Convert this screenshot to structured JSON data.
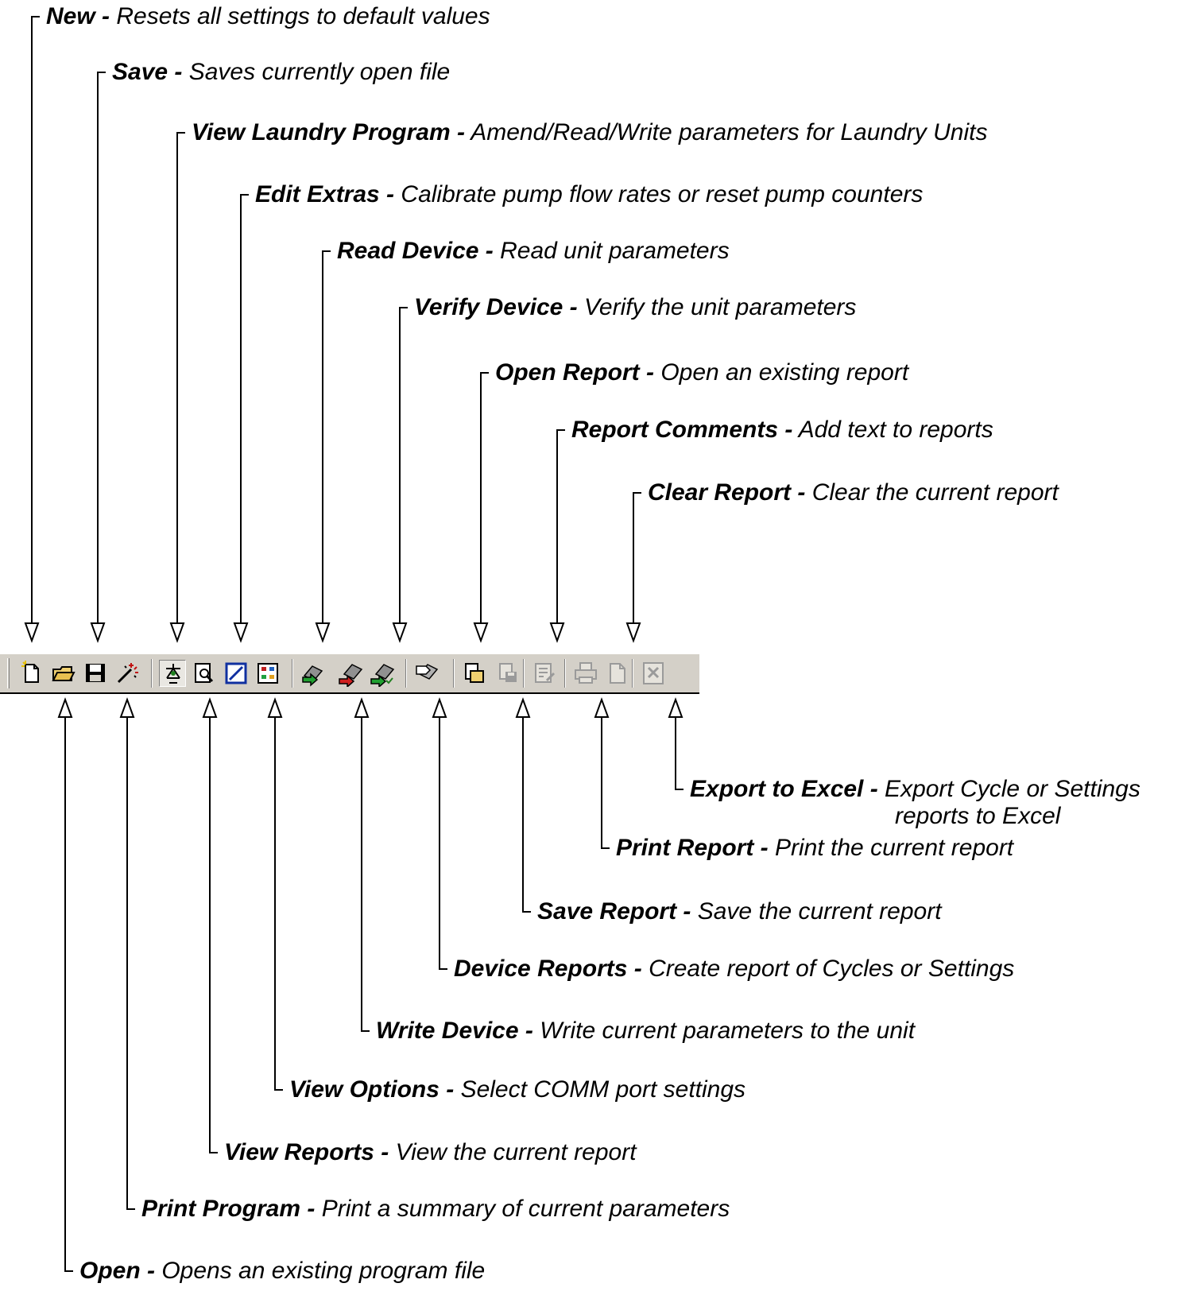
{
  "callouts_top": [
    {
      "id": "new",
      "name": "New -",
      "desc": "Resets all settings to default values"
    },
    {
      "id": "save",
      "name": "Save -",
      "desc": "Saves currently open file"
    },
    {
      "id": "view-laundry-program",
      "name": "View Laundry Program -",
      "desc": "Amend/Read/Write parameters for Laundry Units"
    },
    {
      "id": "edit-extras",
      "name": "Edit Extras -",
      "desc": "Calibrate pump flow rates or reset pump counters"
    },
    {
      "id": "read-device",
      "name": "Read Device -",
      "desc": "Read unit parameters"
    },
    {
      "id": "verify-device",
      "name": "Verify Device -",
      "desc": "Verify the unit parameters"
    },
    {
      "id": "open-report",
      "name": "Open Report -",
      "desc": "Open an existing report"
    },
    {
      "id": "report-comments",
      "name": "Report Comments -",
      "desc": "Add text to reports"
    },
    {
      "id": "clear-report",
      "name": "Clear Report -",
      "desc": "Clear the current report"
    }
  ],
  "callouts_bottom": [
    {
      "id": "export-to-excel",
      "name": "Export to Excel -",
      "desc": "Export Cycle or Settings",
      "desc2": "reports to Excel"
    },
    {
      "id": "print-report",
      "name": "Print Report -",
      "desc": "Print the current report"
    },
    {
      "id": "save-report",
      "name": "Save Report -",
      "desc": "Save the current report"
    },
    {
      "id": "device-reports",
      "name": "Device Reports -",
      "desc": "Create report of Cycles or Settings"
    },
    {
      "id": "write-device",
      "name": "Write Device -",
      "desc": "Write current parameters to the unit"
    },
    {
      "id": "view-options",
      "name": "View Options -",
      "desc": "Select COMM port settings"
    },
    {
      "id": "view-reports",
      "name": "View Reports -",
      "desc": "View the current report"
    },
    {
      "id": "print-program",
      "name": "Print Program -",
      "desc": "Print a summary of current parameters"
    },
    {
      "id": "open",
      "name": "Open -",
      "desc": "Opens an existing program file"
    }
  ],
  "toolbar": {
    "buttons": [
      {
        "icon": "new-file-icon",
        "enabled": true
      },
      {
        "icon": "open-folder-icon",
        "enabled": true
      },
      {
        "icon": "save-disk-icon",
        "enabled": true
      },
      {
        "icon": "magic-wand-icon",
        "enabled": true
      },
      {
        "icon": "laundry-program-icon",
        "enabled": true,
        "pressed": true
      },
      {
        "icon": "print-preview-icon",
        "enabled": true
      },
      {
        "icon": "edit-extras-icon",
        "enabled": true
      },
      {
        "icon": "view-options-icon",
        "enabled": true
      },
      {
        "icon": "read-device-icon",
        "enabled": true
      },
      {
        "icon": "write-device-icon",
        "enabled": true
      },
      {
        "icon": "verify-device-icon",
        "enabled": true
      },
      {
        "icon": "device-reports-icon",
        "enabled": true
      },
      {
        "icon": "open-report-icon",
        "enabled": true
      },
      {
        "icon": "save-report-icon",
        "enabled": false
      },
      {
        "icon": "report-comments-icon",
        "enabled": false
      },
      {
        "icon": "print-report-icon",
        "enabled": false
      },
      {
        "icon": "clear-report-icon",
        "enabled": false
      },
      {
        "icon": "export-excel-icon",
        "enabled": false
      }
    ]
  },
  "colors": {
    "toolbar": "#d4d0c8",
    "line": "#000000",
    "disabled": "#9a9a9a"
  }
}
